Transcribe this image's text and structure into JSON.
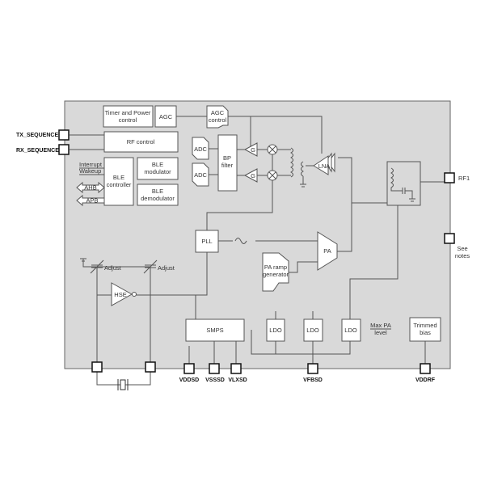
{
  "blocks": {
    "timer_power": [
      "Timer and Power",
      "control"
    ],
    "agc": "AGC",
    "agc_control": [
      "AGC",
      "control"
    ],
    "rf_control": "RF control",
    "ble_controller": [
      "BLE",
      "controller"
    ],
    "ble_modulator": [
      "BLE",
      "modulator"
    ],
    "ble_demodulator": [
      "BLE",
      "demodulator"
    ],
    "adc": "ADC",
    "bp_filter": [
      "BP",
      "filter"
    ],
    "gain": "G",
    "lna": "LNA",
    "pll": "PLL",
    "pa": "PA",
    "pa_ramp": [
      "PA ramp",
      "generator"
    ],
    "hse": "HSE",
    "smps": "SMPS",
    "ldo": "LDO",
    "trimmed_bias": [
      "Trimmed",
      "bias"
    ],
    "adjust": "Adjust",
    "max_pa": [
      "Max PA",
      "level"
    ]
  },
  "signals": {
    "interrupt": "Interrupt",
    "wakeup": "Wakeup",
    "ahb": "AHB",
    "apb": "APB"
  },
  "pins": {
    "tx": "TX_SEQUENCE",
    "rx": "RX_SEQUENCE",
    "rf1": "RF1",
    "see_notes": [
      "See",
      "notes"
    ],
    "vddsd": "VDDSD",
    "vsssd": "VSSSD",
    "vlxsd": "VLXSD",
    "vfbsd": "VFBSD",
    "vddrf": "VDDRF"
  }
}
